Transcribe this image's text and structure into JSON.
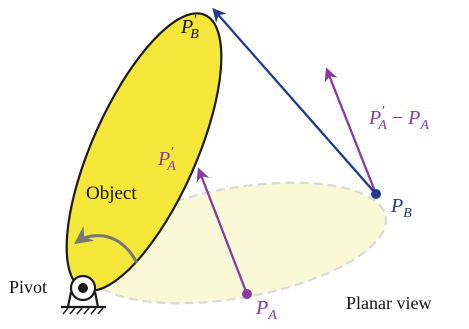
{
  "labels": {
    "object": "Object",
    "pivot": "Pivot",
    "planar_view": "Planar view",
    "pb_prime_main": "P",
    "pb_prime_sup": "′",
    "pb_prime_sub": "B",
    "pa_prime_main": "P",
    "pa_prime_sup": "′",
    "pa_prime_sub": "A",
    "diff_p1": "P",
    "diff_p1_sup": "′",
    "diff_p1_sub": "A",
    "diff_minus": " − ",
    "diff_p2": "P",
    "diff_p2_sub": "A",
    "pb_main": "P",
    "pb_sub": "B",
    "pa_main": "P",
    "pa_sub": "A"
  },
  "colors": {
    "object_fill": "#f5e63a",
    "object_stroke": "#1a1a1a",
    "shadow_fill": "#fbf8d6",
    "shadow_stroke": "#d9d9d9",
    "blue": "#1f3a93",
    "purple": "#8a3aa0",
    "gray_arrow": "#777777"
  }
}
